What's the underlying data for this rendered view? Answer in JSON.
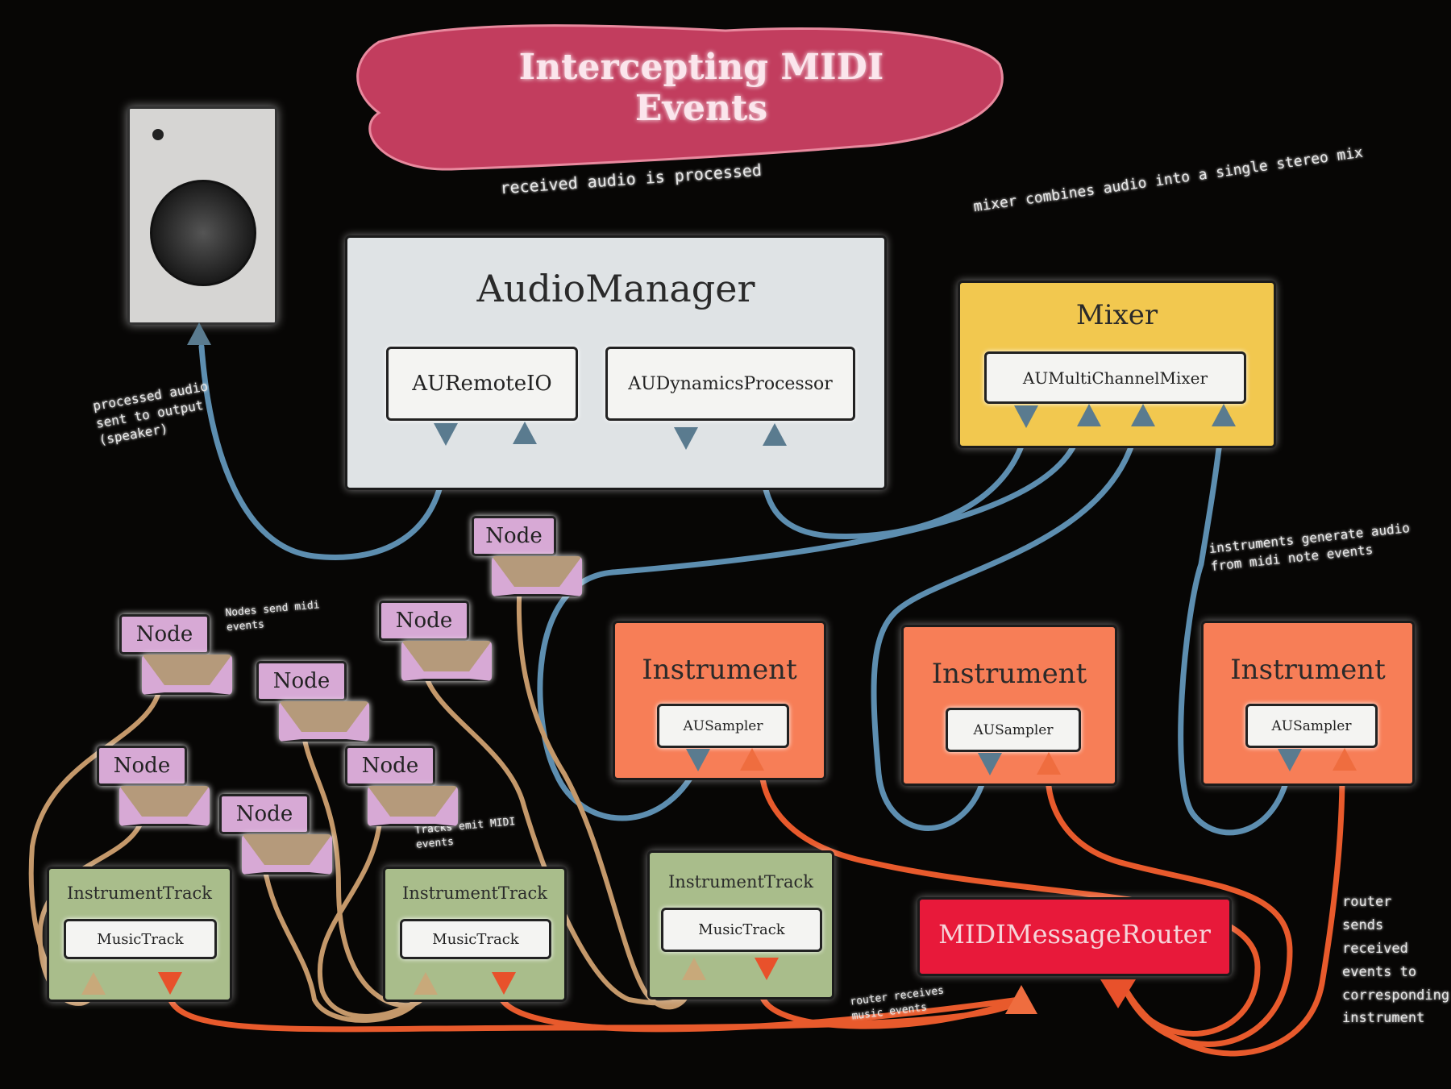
{
  "title": "Intercepting MIDI Events",
  "colors": {
    "background": "#070605",
    "title_blob": "#c23d5e",
    "audio_manager": "#dfe3e5",
    "mixer": "#f2c84f",
    "instrument": "#f77e57",
    "instrument_track": "#a9bd8b",
    "node": "#d7a9d5",
    "router": "#e8193a",
    "blue_wire": "#5d8eb0",
    "orange_wire": "#e85a2c",
    "tan_wire": "#c4986a"
  },
  "speaker": {
    "icon": "speaker-icon"
  },
  "audio_manager": {
    "title": "AudioManager",
    "units": [
      "AURemoteIO",
      "AUDynamicsProcessor"
    ]
  },
  "mixer": {
    "title": "Mixer",
    "unit": "AUMultiChannelMixer"
  },
  "instruments": [
    {
      "title": "Instrument",
      "unit": "AUSampler"
    },
    {
      "title": "Instrument",
      "unit": "AUSampler"
    },
    {
      "title": "Instrument",
      "unit": "AUSampler"
    }
  ],
  "tracks": [
    {
      "title": "InstrumentTrack",
      "unit": "MusicTrack"
    },
    {
      "title": "InstrumentTrack",
      "unit": "MusicTrack"
    },
    {
      "title": "InstrumentTrack",
      "unit": "MusicTrack"
    }
  ],
  "router": {
    "title": "MIDIMessageRouter"
  },
  "node_label": "Node",
  "notes": {
    "received_audio": "received audio is processed",
    "mixer_note": "mixer combines audio into a single stereo mix",
    "processed_output": "processed audio sent to output (speaker)",
    "instruments_generate": "instruments generate audio from midi note events",
    "nodes_note": "Nodes send midi events",
    "tracks_note": "Tracks emit MIDI events",
    "router_receives": "router receives music events",
    "router_routes": "router sends received events to corresponding instrument"
  }
}
